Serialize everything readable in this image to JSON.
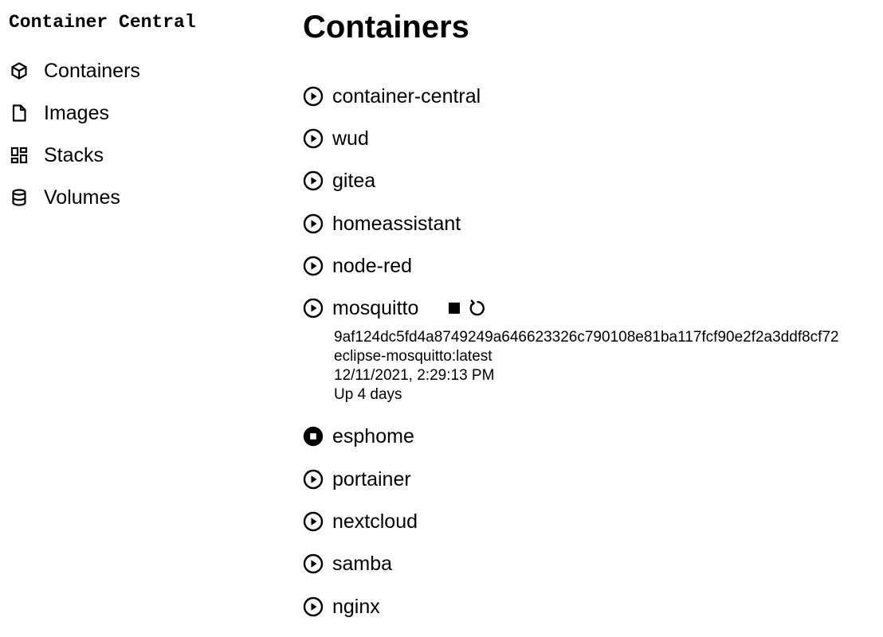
{
  "app": {
    "title": "Container Central"
  },
  "sidebar": {
    "items": [
      {
        "label": "Containers",
        "icon": "cube-icon"
      },
      {
        "label": "Images",
        "icon": "file-icon"
      },
      {
        "label": "Stacks",
        "icon": "dashboard-icon"
      },
      {
        "label": "Volumes",
        "icon": "database-icon"
      }
    ]
  },
  "main": {
    "title": "Containers",
    "containers": [
      {
        "name": "container-central",
        "state": "running"
      },
      {
        "name": "wud",
        "state": "running"
      },
      {
        "name": "gitea",
        "state": "running"
      },
      {
        "name": "homeassistant",
        "state": "running"
      },
      {
        "name": "node-red",
        "state": "running"
      },
      {
        "name": "mosquitto",
        "state": "running",
        "expanded": true,
        "actions": [
          "stop-icon",
          "restart-icon"
        ],
        "details": {
          "id": "9af124dc5fd4a8749249a646623326c790108e81ba117fcf90e2f2a3ddf8cf72",
          "image": "eclipse-mosquitto:latest",
          "created": "12/11/2021, 2:29:13 PM",
          "status": "Up 4 days"
        }
      },
      {
        "name": "esphome",
        "state": "stopped"
      },
      {
        "name": "portainer",
        "state": "running"
      },
      {
        "name": "nextcloud",
        "state": "running"
      },
      {
        "name": "samba",
        "state": "running"
      },
      {
        "name": "nginx",
        "state": "running"
      }
    ]
  },
  "colors": {
    "text": "#000000",
    "background": "#ffffff"
  }
}
